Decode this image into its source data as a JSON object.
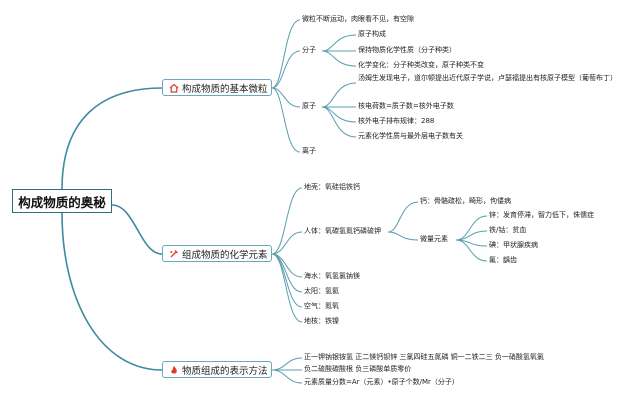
{
  "root": "构成物质的奥秘",
  "b1": {
    "label": "构成物质的基本微粒",
    "icon": "home-icon",
    "c_motion": "微粒不断运动，肉眼看不见，有空隙",
    "molecule": {
      "label": "分子",
      "items": [
        "原子构成",
        "保持物质化学性质（分子种类）",
        "化学变化：分子种类改变，原子种类不变"
      ]
    },
    "atom": {
      "label": "原子",
      "items": [
        "汤姆生发现电子，道尔顿提出近代原子学说，卢瑟福提出有核原子模型（葡萄布丁）",
        "核电荷数=质子数=核外电子数",
        "核外电子排布规律：288",
        "元素化学性质与最外层电子数有关"
      ]
    },
    "ion": "离子"
  },
  "b2": {
    "label": "组成物质的化学元素",
    "icon": "tools-icon",
    "crust": "地壳：氧硅铝铁钙",
    "body": {
      "label": "人体：氧碳氢氮钙磷硫钾",
      "calcium": "钙：骨骼疏松，畸形，佝偻病",
      "trace": {
        "label": "微量元素",
        "items": [
          "锌：发育停滞，智力低下，侏儒症",
          "铁/钴：贫血",
          "碘：甲状腺疾病",
          "氟：龋齿"
        ]
      }
    },
    "sea": "海水：氧氢氯钠镁",
    "sun": "太阳：氢氦",
    "air": "空气：氮氧",
    "core": "地核：铁镍"
  },
  "b3": {
    "label": "物质组成的表示方法",
    "icon": "flame-icon",
    "line1": "正一钾钠银铵氢 正二镁钙钡锌 三氯四硅五氮磷 铜一二铁二三 负一硝酸氢氧氯",
    "line2": "负二硫酸碳酸根 负三磷酸单质零价",
    "line3": "元素质量分数=Ar（元素）•原子个数/Mr（分子）"
  },
  "colors": {
    "branch": "#3e8aa0",
    "icon_red": "#e03b2e"
  }
}
